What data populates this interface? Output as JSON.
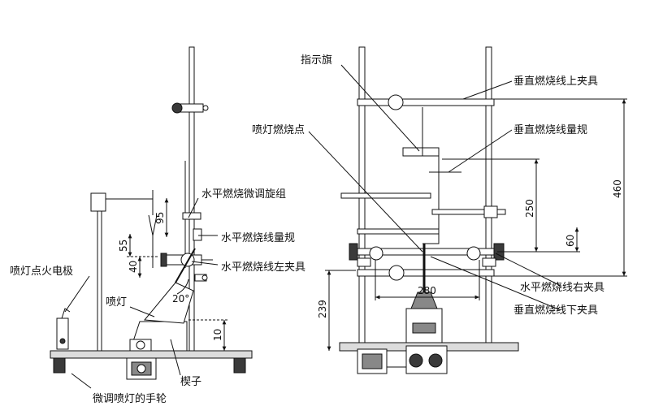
{
  "left_view": {
    "labels": {
      "fine_adjust_knob": "水平燃烧微调旋组",
      "horizontal_gauge": "水平燃烧线量规",
      "horizontal_left_clamp": "水平燃烧线左夹具",
      "ignition_electrode": "喷灯点火电极",
      "burner": "喷灯",
      "wedge": "楔子",
      "handwheel": "微调喷灯的手轮"
    },
    "dimensions": {
      "d95": "95",
      "d55": "55",
      "d40": "40",
      "angle": "20°",
      "d10": "10",
      "d239": "239"
    }
  },
  "right_view": {
    "labels": {
      "indicator_flag": "指示旗",
      "burner_point": "喷灯燃烧点",
      "vertical_upper_clamp": "垂直燃烧线上夹具",
      "vertical_gauge": "垂直燃烧线量规",
      "horizontal_right_clamp": "水平燃烧线右夹具",
      "vertical_lower_clamp": "垂直燃烧线下夹具"
    },
    "dimensions": {
      "d280": "280",
      "d250": "250",
      "d60": "60",
      "d460": "460"
    }
  },
  "colors": {
    "line": "#111111",
    "fill_dark": "#3a3a3a",
    "fill_mid": "#888888",
    "fill_light": "#dcdcdc"
  }
}
